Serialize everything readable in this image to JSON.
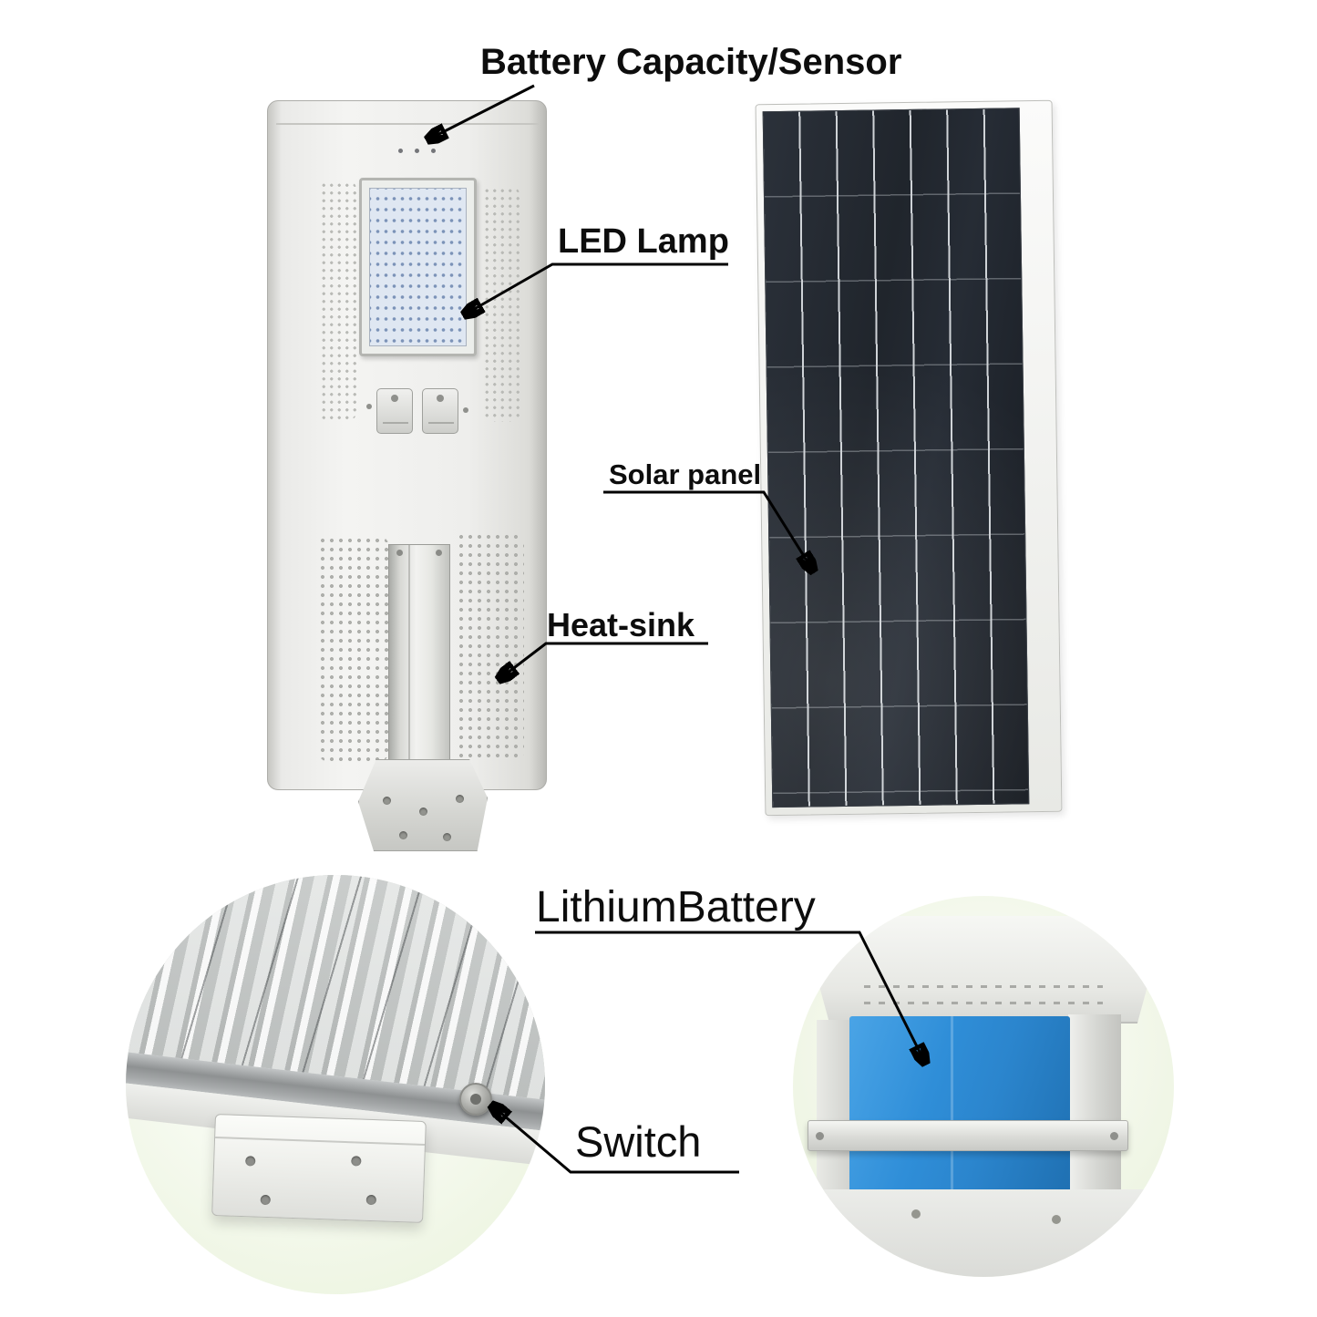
{
  "labels": {
    "battery_sensor": "Battery Capacity/Sensor",
    "led_lamp": "LED Lamp",
    "solar_panel": "Solar panel",
    "heat_sink": "Heat-sink",
    "lithium_battery": "LithiumBattery",
    "switch": "Switch"
  },
  "colors": {
    "label_text": "#0d0d0d",
    "annotation_line": "#000000",
    "lamp_body_gray": "#eeeeec",
    "solar_cell_dark": "#20252c",
    "solar_grid_line": "#ccd1d5",
    "battery_blue": "#2f8ed8",
    "detail_circle_green": "#eaf2dc",
    "metal_gray": "#c7c8c4"
  }
}
